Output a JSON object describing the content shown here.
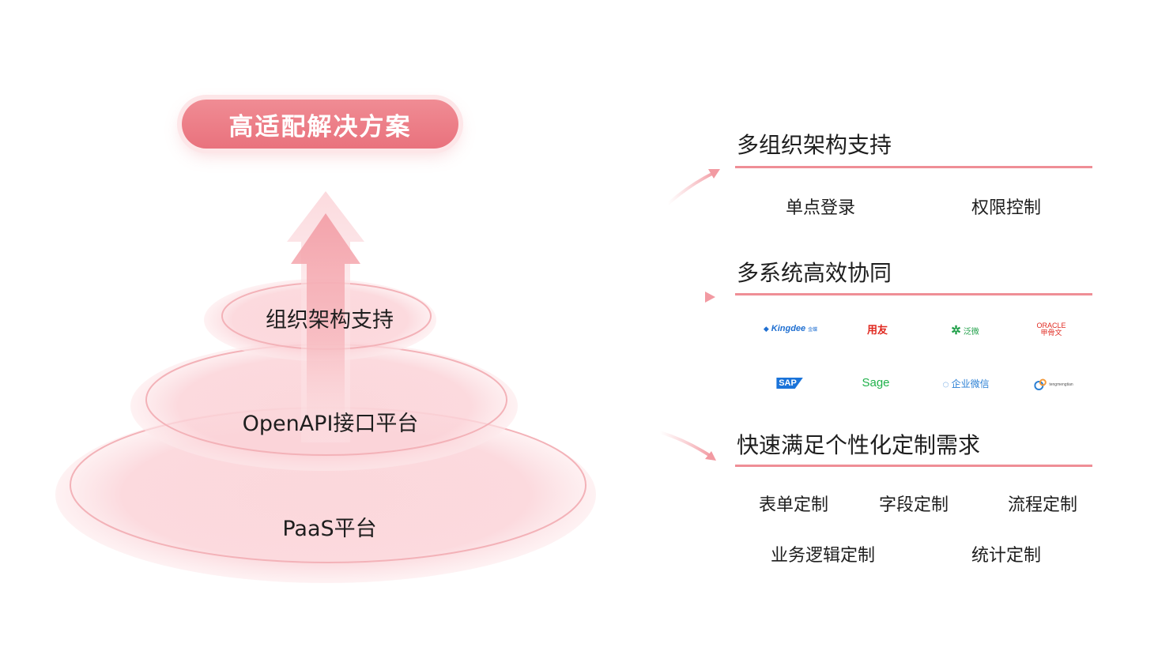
{
  "header": {
    "title": "高适配解决方案"
  },
  "pyramid": {
    "tiers": [
      {
        "label": "组织架构支持"
      },
      {
        "label": "OpenAPI接口平台"
      },
      {
        "label": "PaaS平台"
      }
    ]
  },
  "sections": [
    {
      "title": "多组织架构支持",
      "items": [
        "单点登录",
        "权限控制"
      ]
    },
    {
      "title": "多系统高效协同",
      "logos": [
        {
          "name": "kingdee-logo",
          "text": "Kingdee",
          "sub": "金蝶",
          "color": "#1f6fd1"
        },
        {
          "name": "yonyou-logo",
          "text": "用友",
          "color": "#e0281f"
        },
        {
          "name": "fanwei-logo",
          "text": "泛微",
          "color": "#21a04a"
        },
        {
          "name": "oracle-logo",
          "text": "ORACLE",
          "sub": "甲骨文",
          "color": "#e0281f"
        },
        {
          "name": "sap-logo",
          "text": "SAP",
          "color": "#1a73d9"
        },
        {
          "name": "sage-logo",
          "text": "Sage",
          "color": "#1fb14a"
        },
        {
          "name": "wecom-logo",
          "text": "企业微信",
          "color": "#2a7fd4"
        },
        {
          "name": "tengmeng-logo",
          "text": "tengmengtian",
          "color": "#555555"
        }
      ]
    },
    {
      "title": "快速满足个性化定制需求",
      "items": [
        "表单定制",
        "字段定制",
        "流程定制",
        "业务逻辑定制",
        "统计定制"
      ]
    }
  ],
  "colors": {
    "accent": "#ef8e96",
    "pill": "#eb7883",
    "tier": "#f9c9ce"
  }
}
